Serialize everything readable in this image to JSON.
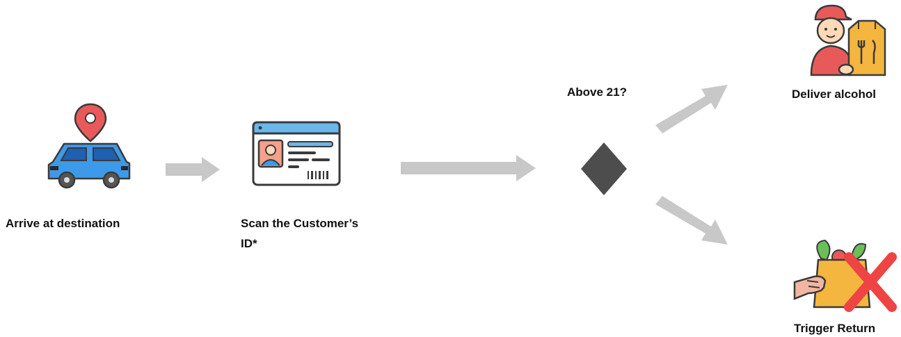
{
  "steps": {
    "arrive": {
      "label": "Arrive at destination",
      "icon": "car-location-icon"
    },
    "scan": {
      "label_line1": "Scan the Customer’s",
      "label_line2": "ID*",
      "icon": "id-card-icon"
    },
    "decision": {
      "label": "Above 21?",
      "icon": "decision-diamond-icon"
    },
    "deliver": {
      "label": "Deliver alcohol",
      "icon": "delivery-person-icon"
    },
    "return": {
      "label": "Trigger Return",
      "icon": "return-package-icon"
    }
  },
  "colors": {
    "arrow": "#c8c8c8",
    "diamond": "#4d4d4d",
    "car": "#3e9ae8",
    "pin": "#e85a5a",
    "cross": "#ee4444"
  }
}
